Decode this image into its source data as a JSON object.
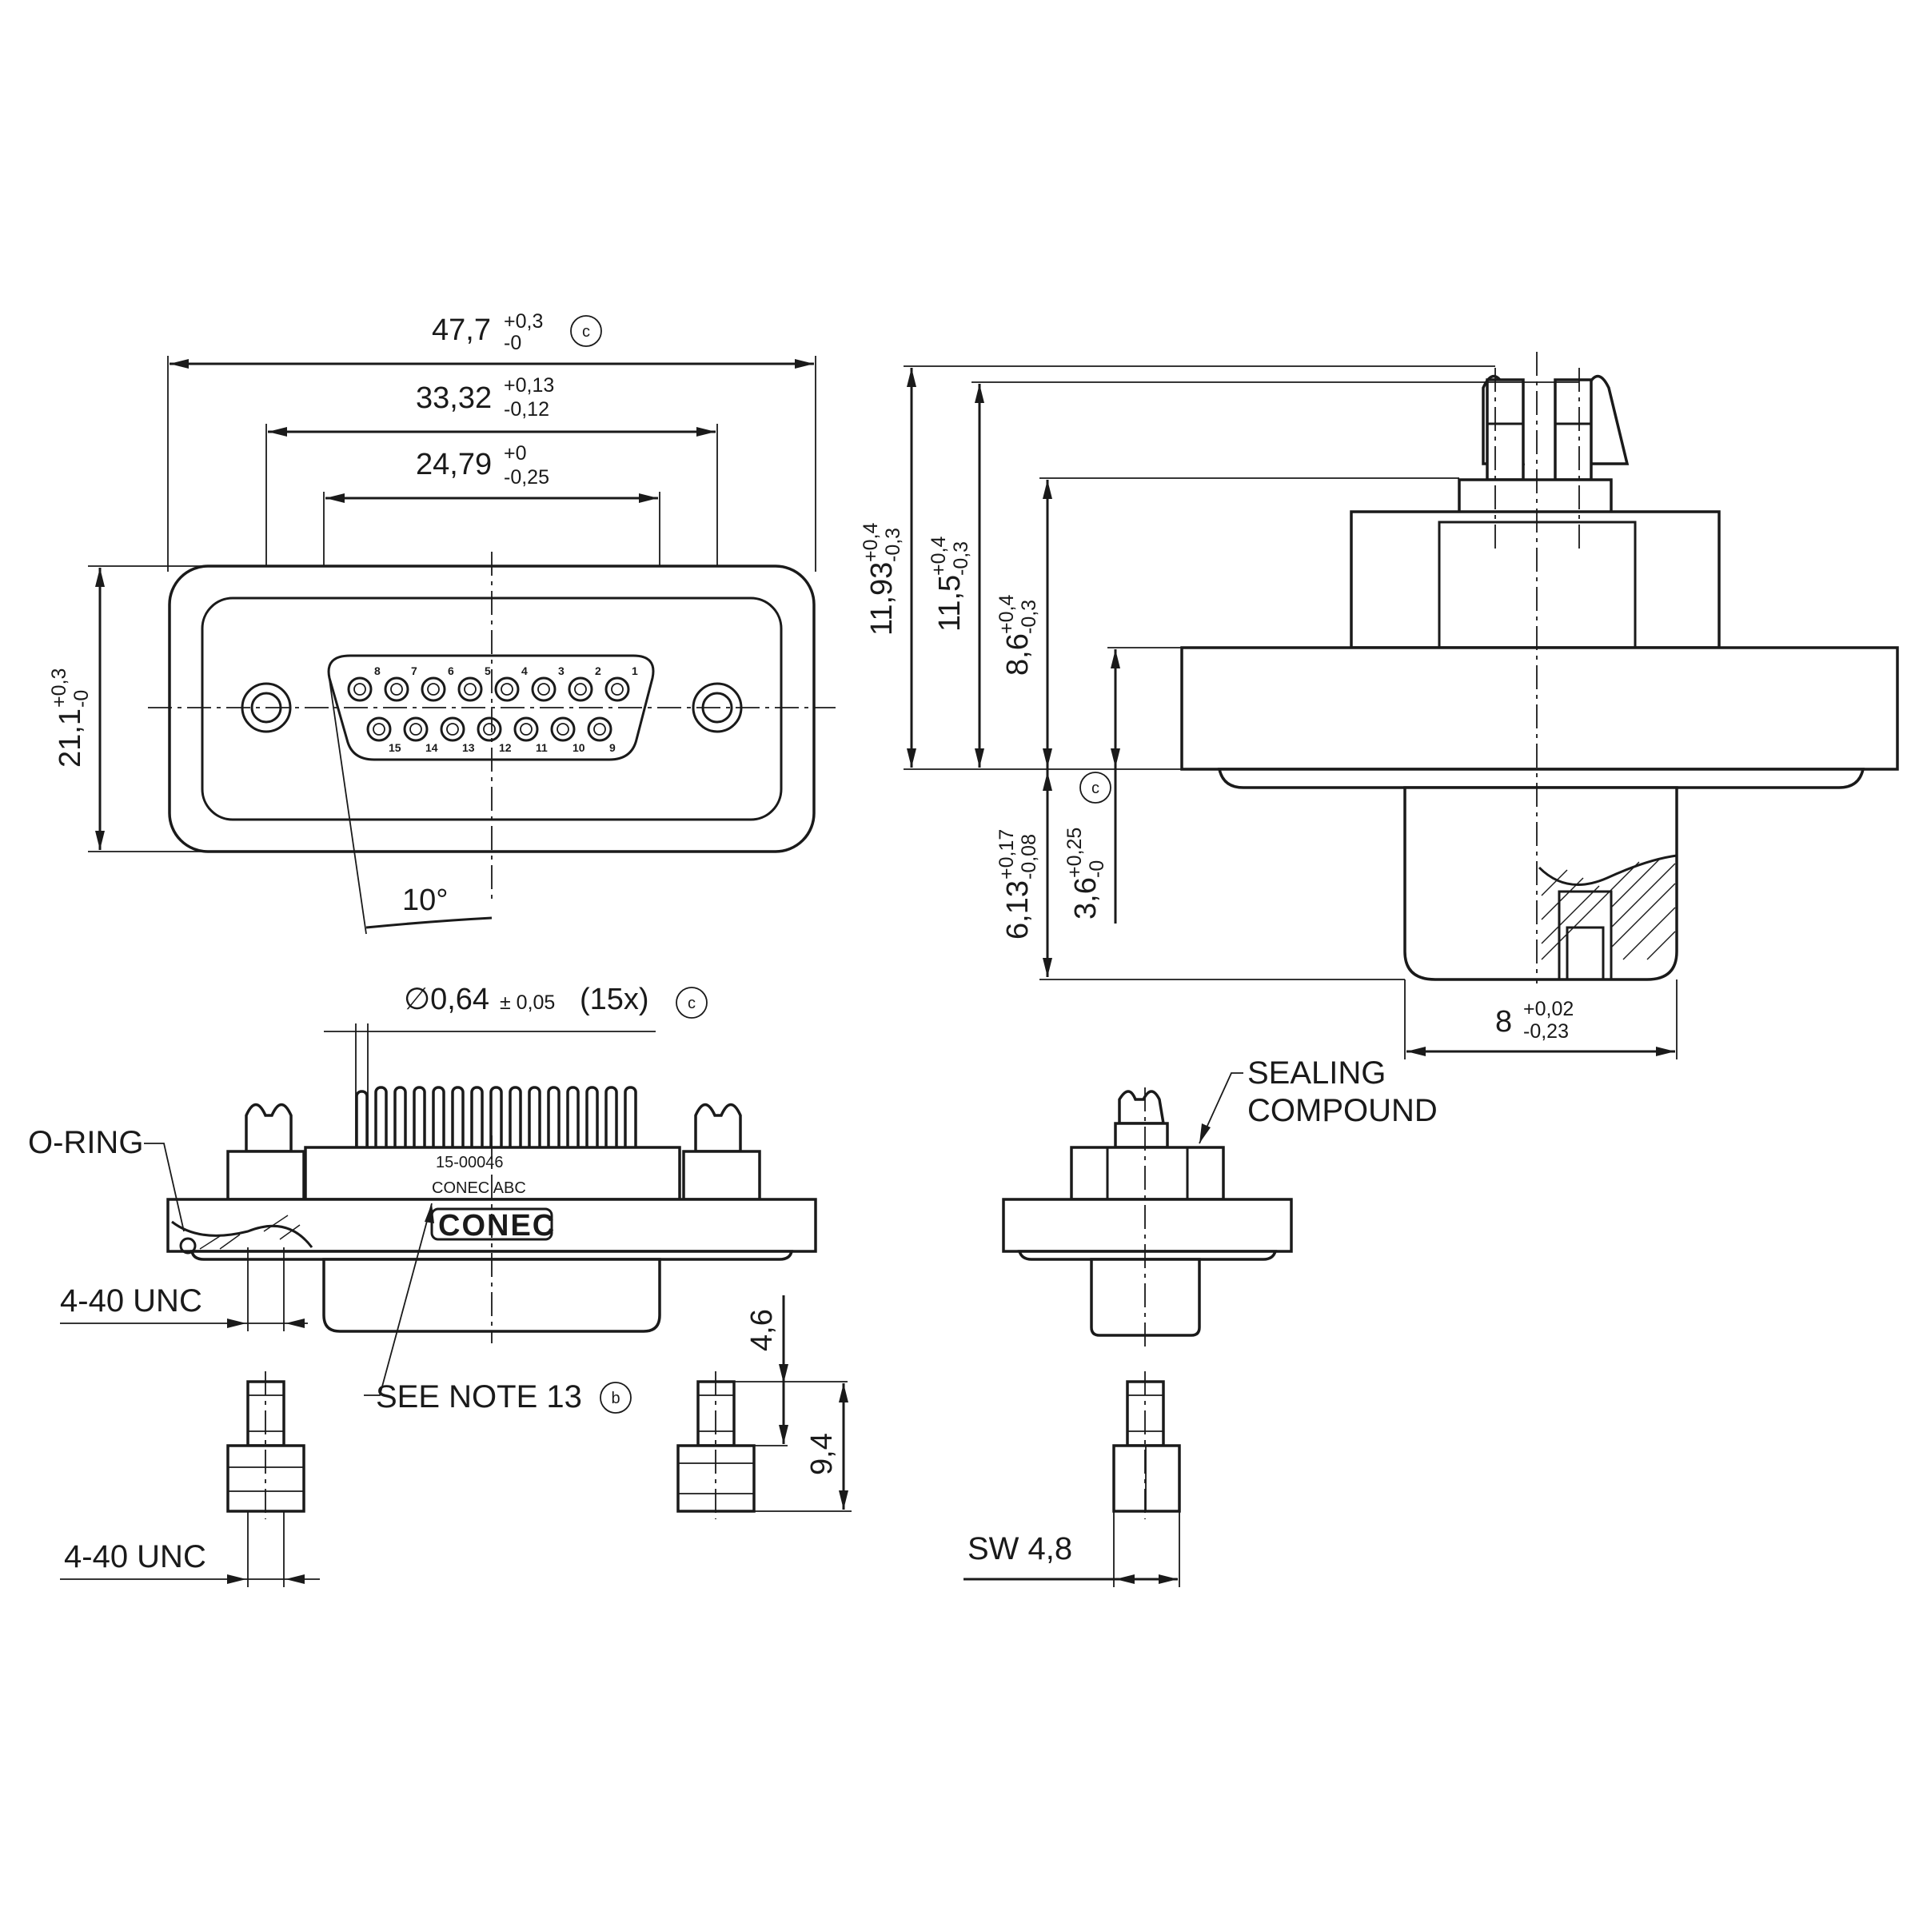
{
  "front_view": {
    "width": {
      "value": "47,7",
      "tol_upper": "+0,3",
      "tol_lower": "-0",
      "mark": "c"
    },
    "mount_hole_pitch": {
      "value": "33,32",
      "tol_upper": "+0,13",
      "tol_lower": "-0,12"
    },
    "shell_width": {
      "value": "24,79",
      "tol_upper": "+0",
      "tol_lower": "-0,25"
    },
    "height": {
      "value": "21,1",
      "tol_upper": "+0,3",
      "tol_lower": "-0"
    },
    "angle": "10°",
    "pins_top_row": [
      "8",
      "7",
      "6",
      "5",
      "4",
      "3",
      "2",
      "1"
    ],
    "pins_bottom_row": [
      "15",
      "14",
      "13",
      "12",
      "11",
      "10",
      "9"
    ]
  },
  "side_view": {
    "overall_height": {
      "value": "11,93",
      "tol_upper": "+0,4",
      "tol_lower": "-0,3"
    },
    "pin_height": {
      "value": "11,5",
      "tol_upper": "+0,4",
      "tol_lower": "-0,3"
    },
    "body_height": {
      "value": "8,6",
      "tol_upper": "+0,4",
      "tol_lower": "-0,3"
    },
    "shell_depth": {
      "value": "6,13",
      "tol_upper": "+0,17",
      "tol_lower": "-0,08"
    },
    "flange_offset": {
      "value": "3,6",
      "tol_upper": "+0,25",
      "tol_lower": "-0",
      "mark": "c"
    },
    "shell_width": {
      "value": "8",
      "tol_upper": "+0,02",
      "tol_lower": "-0,23"
    }
  },
  "bottom_view": {
    "pin_diameter": {
      "prefix": "∅0,64",
      "tol": "± 0,05",
      "suffix": "(15x)",
      "mark": "c"
    },
    "oring_label": "O-RING",
    "thread_label_top": "4-40 UNC",
    "thread_label_bottom": "4-40 UNC",
    "see_note": {
      "text": "SEE NOTE 13",
      "mark": "b"
    },
    "part_marking_1": "15-00046",
    "part_marking_2": "CONEC ABC",
    "logo_text": "CONEC",
    "standoff_short": "4,6",
    "standoff_total": "9,4"
  },
  "end_view": {
    "sealing_label_line1": "SEALING",
    "sealing_label_line2": "COMPOUND",
    "wrench_size": "SW 4,8"
  }
}
